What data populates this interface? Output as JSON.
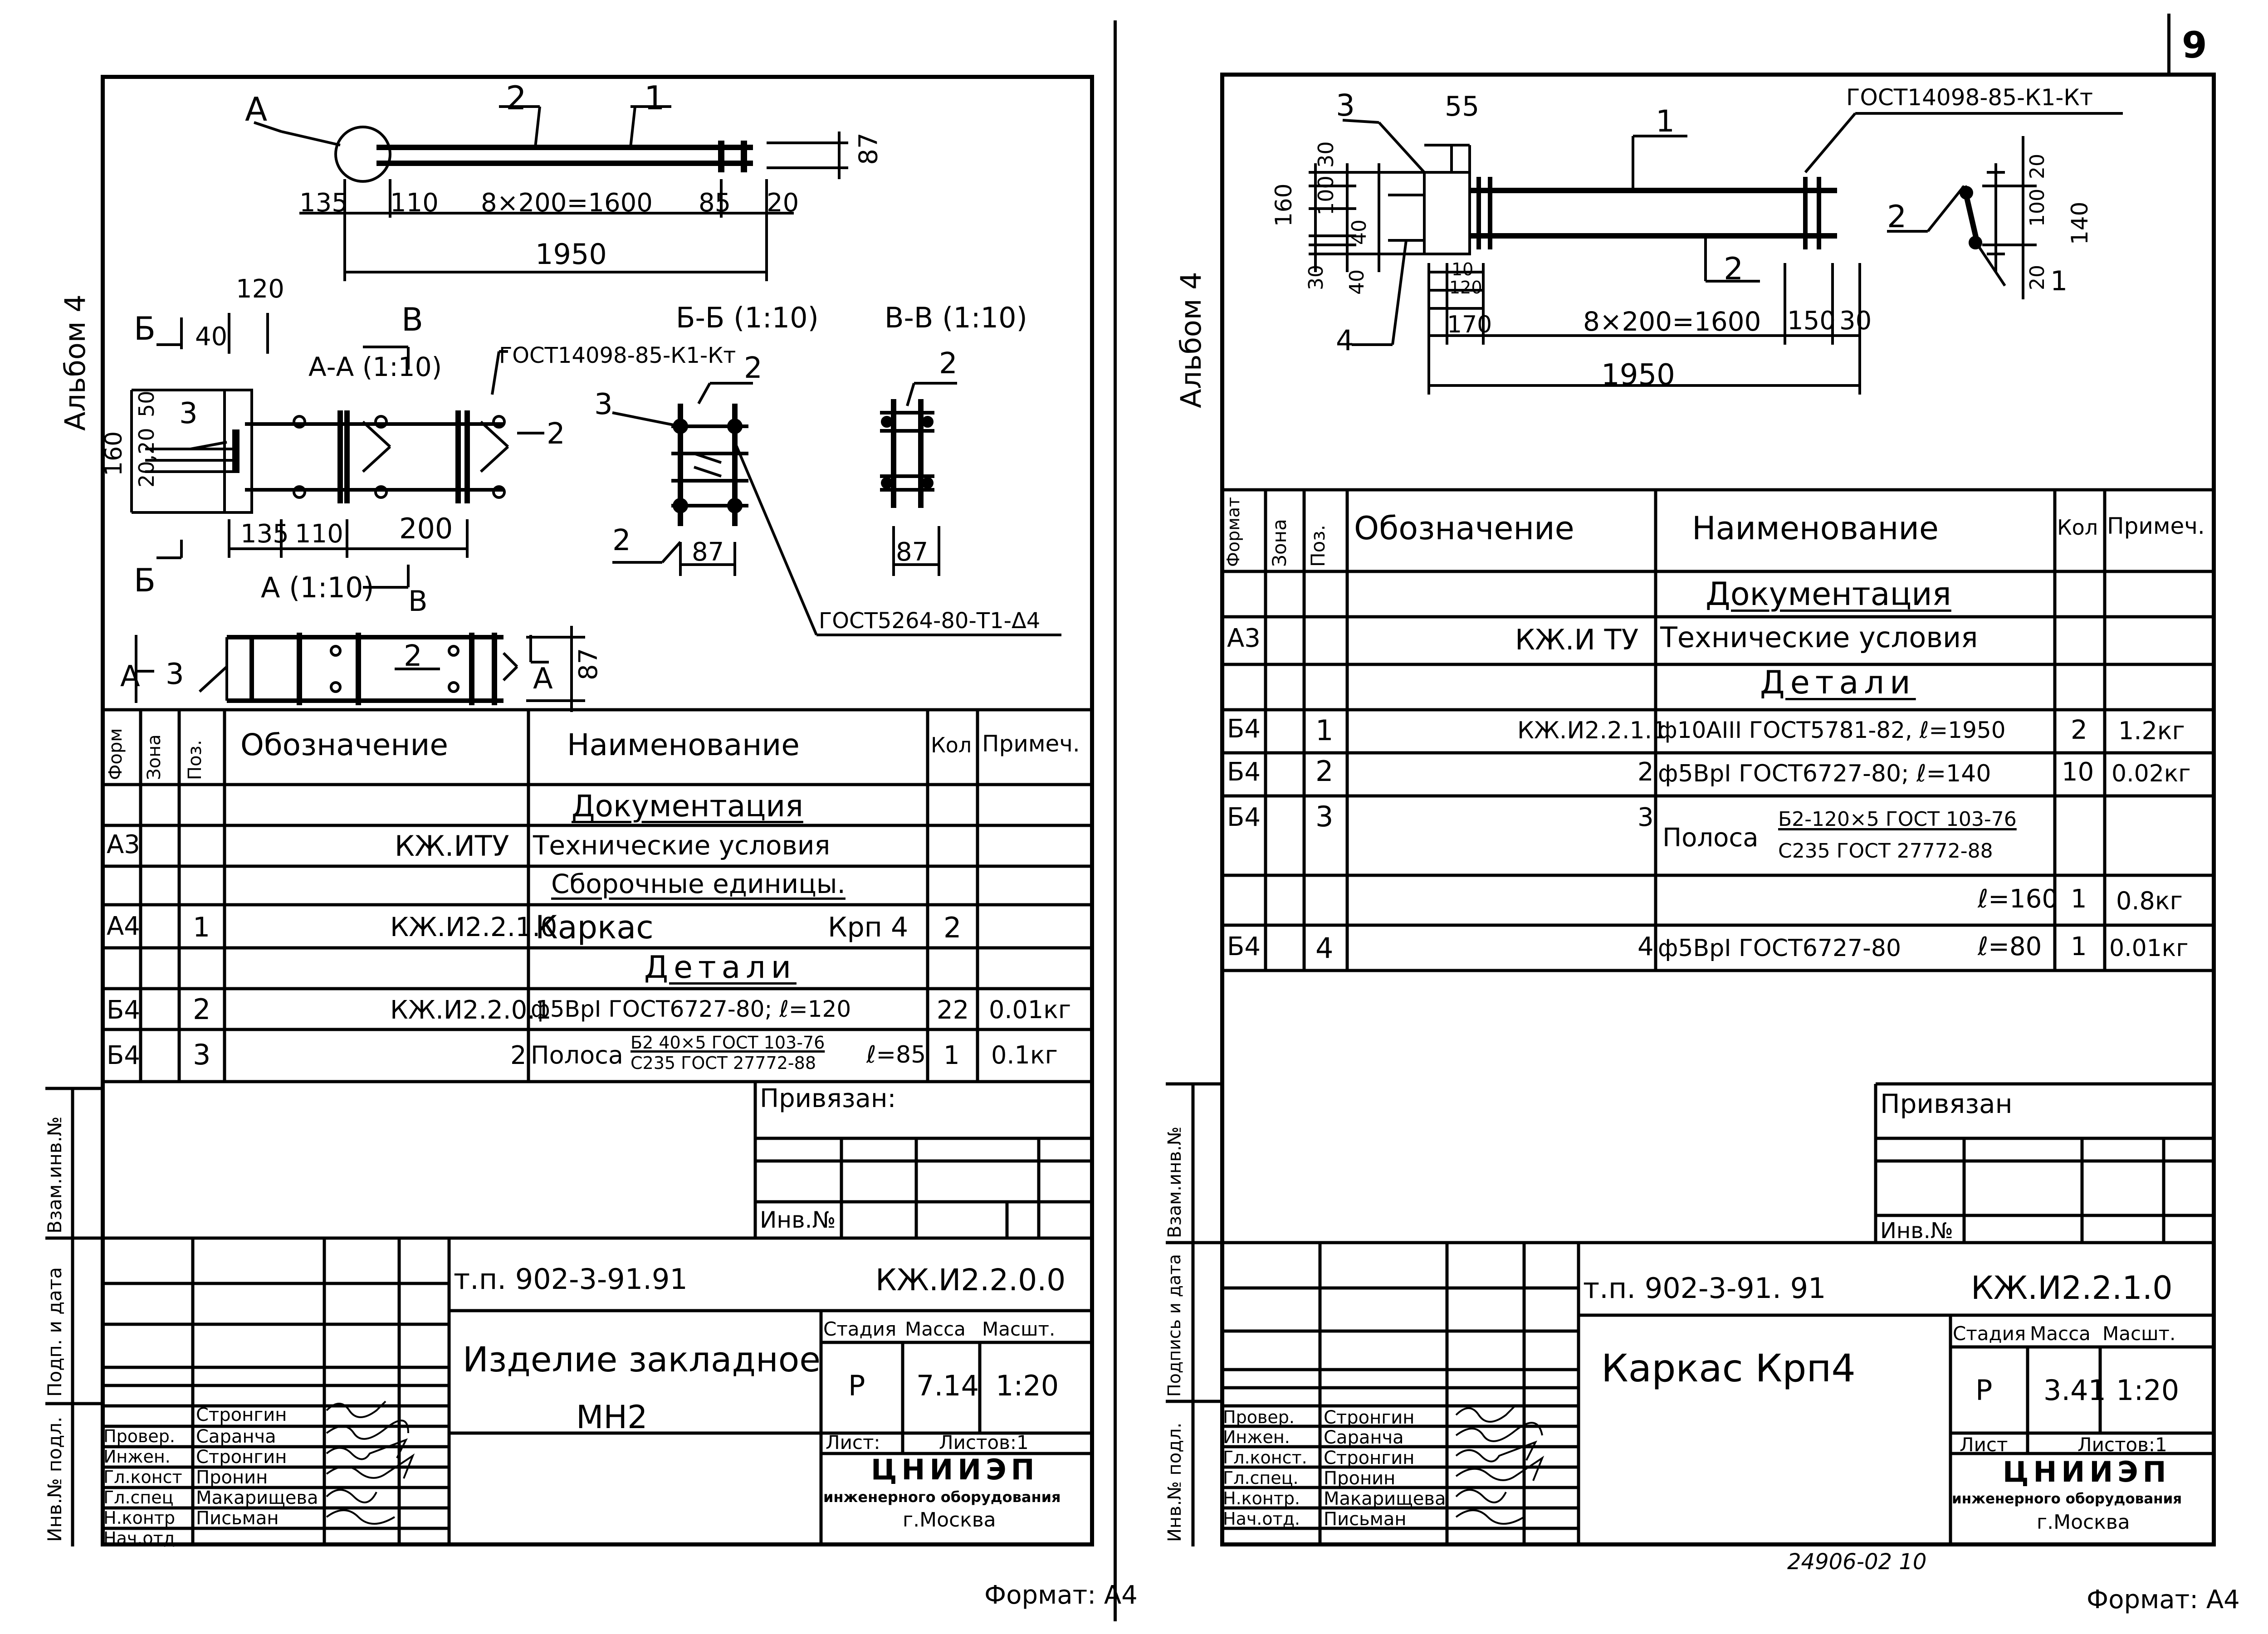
{
  "left": {
    "album_label": "Альбом 4",
    "format_label": "Формат: А4",
    "drawing": {
      "views": {
        "aa": "А-А (1:10)",
        "bb": "Б-Б (1:10)",
        "vv": "В-В (1:10)",
        "a": "А (1:10)"
      },
      "markers": {
        "a": "А",
        "b": "Б",
        "v": "В"
      },
      "dims": {
        "d135": "135",
        "d110": "110",
        "d1600": "8×200=1600",
        "d85": "85",
        "d20": "20",
        "d1950": "1950",
        "d87": "87",
        "d120": "120",
        "d40": "40",
        "d160": "160",
        "d2020": "20,20",
        "d50": "50",
        "d200": "200",
        "d87b": "87",
        "d87c": "87",
        "d87d": "87"
      },
      "pos": {
        "p1": "1",
        "p2": "2",
        "p3": "3"
      },
      "gost_weld": "ГОСТ14098-85-К1-Кт",
      "gost_tack": "ГОСТ5264-80-Т1-Δ4"
    },
    "spec": {
      "headers": {
        "form": "Форм",
        "zone": "Зона",
        "pos": "Поз.",
        "designation": "Обозначение",
        "name": "Наименование",
        "qty": "Кол",
        "note": "Примеч."
      },
      "section_docs": "Документация",
      "row_a3": {
        "form": "А3",
        "designation": "КЖ.ИТУ",
        "name": "Технические условия"
      },
      "section_assembly": "Сборочные единицы.",
      "row_a4": {
        "form": "А4",
        "pos": "1",
        "designation": "КЖ.И2.2.1.0",
        "name": "Каркас",
        "name2": "Крп 4",
        "qty": "2"
      },
      "section_parts": "Детали",
      "row_b4_2": {
        "form": "Б4",
        "pos": "2",
        "designation": "КЖ.И2.2.0.1",
        "name": "ф5ВрI ГОСТ6727-80;  ℓ=120",
        "qty": "22",
        "note": "0.01кг"
      },
      "row_b4_3": {
        "form": "Б4",
        "pos": "3",
        "designation": "2",
        "name": "Полоса",
        "name_top": "Б2 40×5 ГОСТ 103-76",
        "name_bot": "С235 ГОСТ 27772-88",
        "len": "ℓ=85",
        "qty": "1",
        "note": "0.1кг"
      }
    },
    "binding_label": "Привязан:",
    "inv_label": "Инв.№",
    "side_labels": {
      "vzam": "Взам.инв.№",
      "podp": "Подп. и дата",
      "inv": "Инв.№ подл."
    },
    "title": {
      "project": "т.п. 902-3-91.91",
      "code": "КЖ.И2.2.0.0",
      "name1": "Изделие закладное",
      "name2": "МН2",
      "stage_h": "Стадия",
      "mass_h": "Масса",
      "scale_h": "Масшт.",
      "stage": "Р",
      "mass": "7.14",
      "scale": "1:20",
      "sheet": "Лист:",
      "sheets": "Листов:1",
      "org1": "ЦНИИЭП",
      "org2": "инженерного оборудования",
      "org3": "г.Москва",
      "roles": [
        "Провер.",
        "Инжен.",
        "Гл.конст",
        "Гл.спец",
        "Н.контр",
        "Нач.отд"
      ],
      "people": [
        "Стронгин",
        "Саранча",
        "Стронгин",
        "Пронин",
        "Макарищева",
        "Письман"
      ]
    }
  },
  "right": {
    "sheet_number": "9",
    "album_label": "Альбом 4",
    "format_label": "Формат: А4",
    "archive_no": "24906-02 10",
    "drawing": {
      "dims": {
        "d55": "55",
        "d30a": "30",
        "d100": "100",
        "d40a": "40",
        "d40b": "40",
        "d30b": "30",
        "d160": "160",
        "d10": "10",
        "d120": "120",
        "d170": "170",
        "d1600": "8×200=1600",
        "d150": "150",
        "d30c": "30",
        "d1950": "1950",
        "d20a": "20",
        "d100b": "100",
        "d20b": "20",
        "d140": "140"
      },
      "pos": {
        "p1": "1",
        "p2": "2",
        "p3": "3",
        "p4": "4",
        "p2b": "2",
        "p1b": "1"
      },
      "gost_weld": "ГОСТ14098-85-К1-Кт"
    },
    "spec": {
      "headers": {
        "form": "Формат",
        "zone": "Зона",
        "pos": "Поз.",
        "designation": "Обозначение",
        "name": "Наименование",
        "qty": "Кол",
        "note": "Примеч."
      },
      "section_docs": "Документация",
      "row_a3": {
        "form": "А3",
        "designation": "КЖ.И ТУ",
        "name": "Технические условия"
      },
      "section_parts": "Детали",
      "row_1": {
        "form": "Б4",
        "pos": "1",
        "designation": "КЖ.И2.2.1.1",
        "name": "ф10АIII ГОСТ5781-82, ℓ=1950",
        "qty": "2",
        "note": "1.2кг"
      },
      "row_2": {
        "form": "Б4",
        "pos": "2",
        "designation": "2",
        "name": "ф5ВрI ГОСТ6727-80; ℓ=140",
        "qty": "10",
        "note": "0.02кг"
      },
      "row_3": {
        "form": "Б4",
        "pos": "3",
        "designation": "3",
        "name": "Полоса",
        "name_top": "Б2-120×5 ГОСТ 103-76",
        "name_bot": "С235 ГОСТ 27772-88"
      },
      "row_3b": {
        "len": "ℓ=160",
        "qty": "1",
        "note": "0.8кг"
      },
      "row_4": {
        "form": "Б4",
        "pos": "4",
        "designation": "4",
        "name": "ф5ВрI ГОСТ6727-80",
        "len": "ℓ=80",
        "qty": "1",
        "note": "0.01кг"
      }
    },
    "binding_label": "Привязан",
    "inv_label": "Инв.№",
    "side_labels": {
      "vzam": "Взам.инв.№",
      "podp": "Подпись и дата",
      "inv": "Инв.№ подл."
    },
    "title": {
      "project": "т.п. 902-3-91. 91",
      "code": "КЖ.И2.2.1.0",
      "name1": "Каркас Крп4",
      "stage_h": "Стадия",
      "mass_h": "Масса",
      "scale_h": "Масшт.",
      "stage": "Р",
      "mass": "3.41",
      "scale": "1:20",
      "sheet": "Лист",
      "sheets": "Листов:1",
      "org1": "ЦНИИЭП",
      "org2": "инженерного оборудования",
      "org3": "г.Москва",
      "roles": [
        "Провер.",
        "Инжен.",
        "Гл.конст.",
        "Гл.спец.",
        "Н.контр.",
        "Нач.отд."
      ],
      "people": [
        "Стронгин",
        "Саранча",
        "Стронгин",
        "Пронин",
        "Макарищева",
        "Письман"
      ]
    }
  }
}
